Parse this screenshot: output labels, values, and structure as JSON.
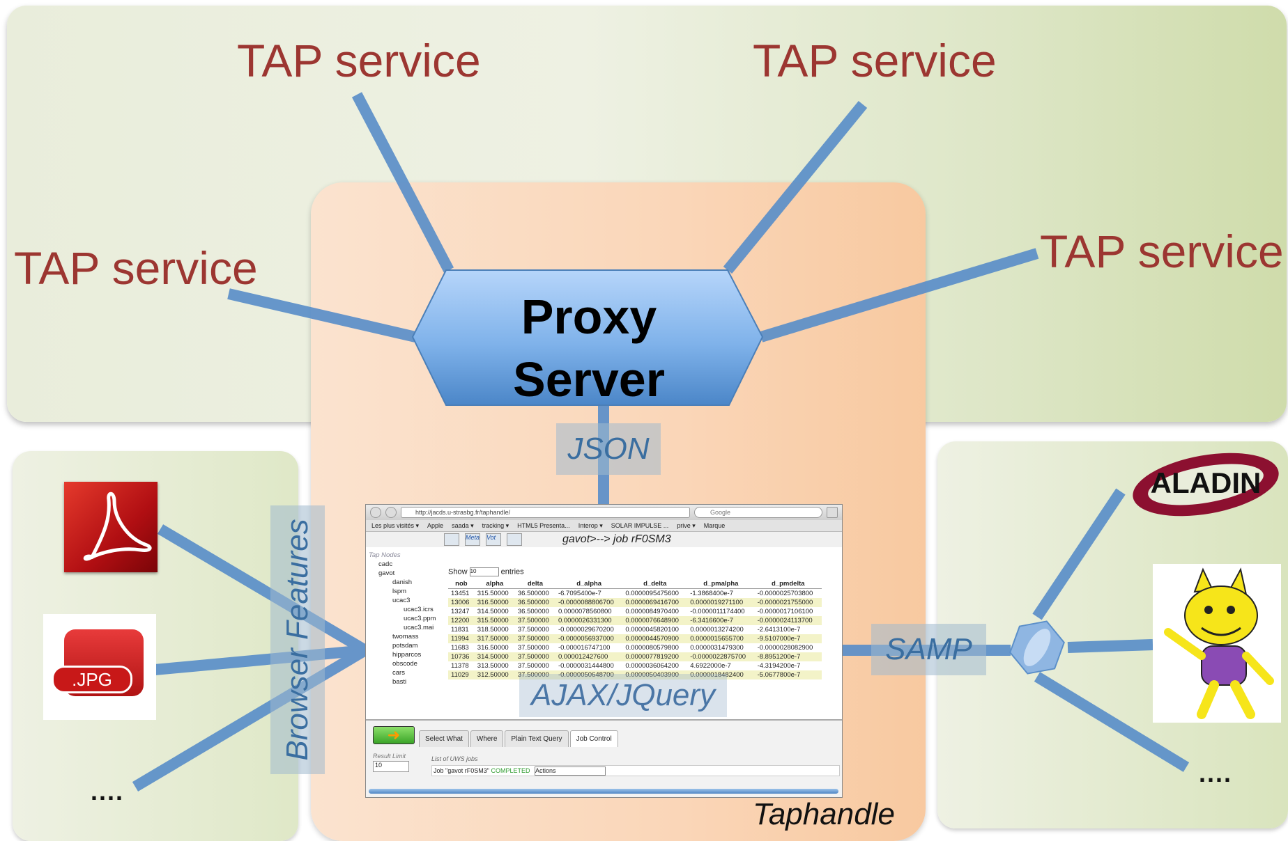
{
  "labels": {
    "tap_top_left": "TAP service",
    "tap_top_right": "TAP service",
    "tap_left": "TAP service",
    "tap_right": "TAP service",
    "proxy_line1": "Proxy",
    "proxy_line2": "Server",
    "json": "JSON",
    "samp": "SAMP",
    "browser_features": "Browser Features",
    "ajax": "AJAX/JQuery",
    "taphandle": "Taphandle",
    "dots_left": "....",
    "dots_right": "...."
  },
  "icons": {
    "pdf": "adobe-pdf-icon",
    "jpg_label": ".JPG",
    "aladin": "ALADIN",
    "topcat": "topcat-cat-icon",
    "samp_hub": "samp-hub-icon"
  },
  "screenshot": {
    "url": "http://jacds.u-strasbg.fr/taphandle/",
    "search": "Google",
    "bookmarks": [
      "Les plus visités ▾",
      "Apple",
      "saada ▾",
      "tracking ▾",
      "HTML5 Presenta...",
      "Interop ▾",
      "SOLAR IMPULSE ...",
      "prive ▾",
      "Marque"
    ],
    "toolbar_meta": "Meta",
    "toolbar_vot": "Vot",
    "job_title": "gavot>--> job rF0SM3",
    "tree_header": "Tap Nodes",
    "tree": [
      "cadc",
      "gavot",
      "danish",
      "lspm",
      "ucac3",
      "ucac3.icrs",
      "ucac3.ppm",
      "ucac3.mai",
      "twomass",
      "potsdam",
      "hipparcos",
      "obscode",
      "cars",
      "basti"
    ],
    "show_label": "Show",
    "show_value": "10",
    "entries_label": "entries",
    "columns": [
      "nob",
      "alpha",
      "delta",
      "d_alpha",
      "d_delta",
      "d_pmalpha",
      "d_pmdelta"
    ],
    "rows": [
      [
        "13451",
        "315.50000",
        "36.500000",
        "-6.7095400e-7",
        "0.0000095475600",
        "-1.3868400e-7",
        "-0.0000025703800"
      ],
      [
        "13006",
        "316.50000",
        "36.500000",
        "-0.0000088806700",
        "0.0000069416700",
        "0.0000019271100",
        "-0.0000021755000"
      ],
      [
        "13247",
        "314.50000",
        "36.500000",
        "0.0000078560800",
        "0.0000084970400",
        "-0.0000011174400",
        "-0.0000017106100"
      ],
      [
        "12200",
        "315.50000",
        "37.500000",
        "0.0000026331300",
        "0.0000076648900",
        "-6.3416600e-7",
        "-0.0000024113700"
      ],
      [
        "11831",
        "318.50000",
        "37.500000",
        "-0.0000029670200",
        "0.0000045820100",
        "0.0000013274200",
        "-2.6413100e-7"
      ],
      [
        "11994",
        "317.50000",
        "37.500000",
        "-0.0000056937000",
        "0.0000044570900",
        "0.0000015655700",
        "-9.5107000e-7"
      ],
      [
        "11683",
        "316.50000",
        "37.500000",
        "-0.000016747100",
        "0.0000080579800",
        "0.0000031479300",
        "-0.0000028082900"
      ],
      [
        "10736",
        "314.50000",
        "37.500000",
        "0.000012427600",
        "0.0000077819200",
        "-0.0000022875700",
        "-8.8951200e-7"
      ],
      [
        "11378",
        "313.50000",
        "37.500000",
        "-0.0000031444800",
        "0.0000036064200",
        "4.6922000e-7",
        "-4.3194200e-7"
      ],
      [
        "11029",
        "312.50000",
        "37.500000",
        "-0.0000050648700",
        "0.0000050403900",
        "0.0000018482400",
        "-5.0677800e-7"
      ]
    ],
    "tabs": [
      "Select What",
      "Where",
      "Plain Text Query",
      "Job Control"
    ],
    "result_limit_label": "Result Limit",
    "result_limit_value": "10",
    "uws_label": "List of UWS jobs",
    "job_prefix": "Job \"gavot rF0SM3\"",
    "job_status": "COMPLETED",
    "job_action": "Actions"
  },
  "colors": {
    "tap_text": "#9c3631",
    "connector": "#5b8fc9",
    "proxy_fill": "#7fb2ea"
  }
}
